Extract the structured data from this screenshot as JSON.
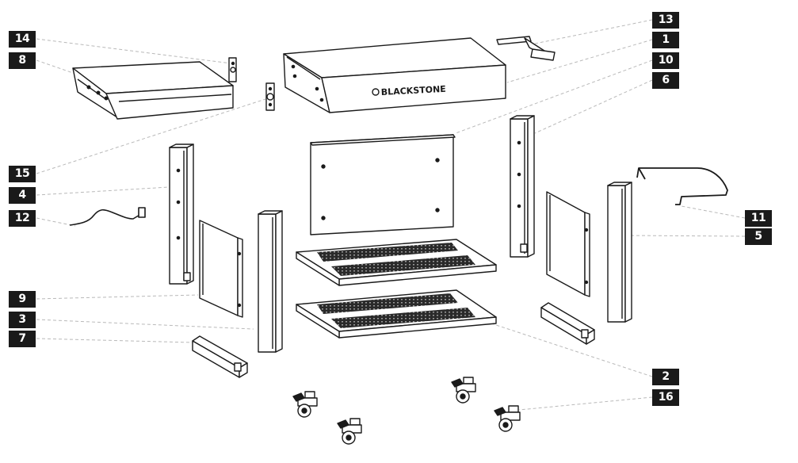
{
  "diagram": {
    "brand_text": "BLACKSTONE",
    "callouts": [
      {
        "id": "14",
        "label": "14"
      },
      {
        "id": "8",
        "label": "8"
      },
      {
        "id": "15",
        "label": "15"
      },
      {
        "id": "4",
        "label": "4"
      },
      {
        "id": "12",
        "label": "12"
      },
      {
        "id": "9",
        "label": "9"
      },
      {
        "id": "3",
        "label": "3"
      },
      {
        "id": "7",
        "label": "7"
      },
      {
        "id": "13",
        "label": "13"
      },
      {
        "id": "1",
        "label": "1"
      },
      {
        "id": "10",
        "label": "10"
      },
      {
        "id": "6",
        "label": "6"
      },
      {
        "id": "11",
        "label": "11"
      },
      {
        "id": "5",
        "label": "5"
      },
      {
        "id": "2",
        "label": "2"
      },
      {
        "id": "16",
        "label": "16"
      }
    ]
  }
}
